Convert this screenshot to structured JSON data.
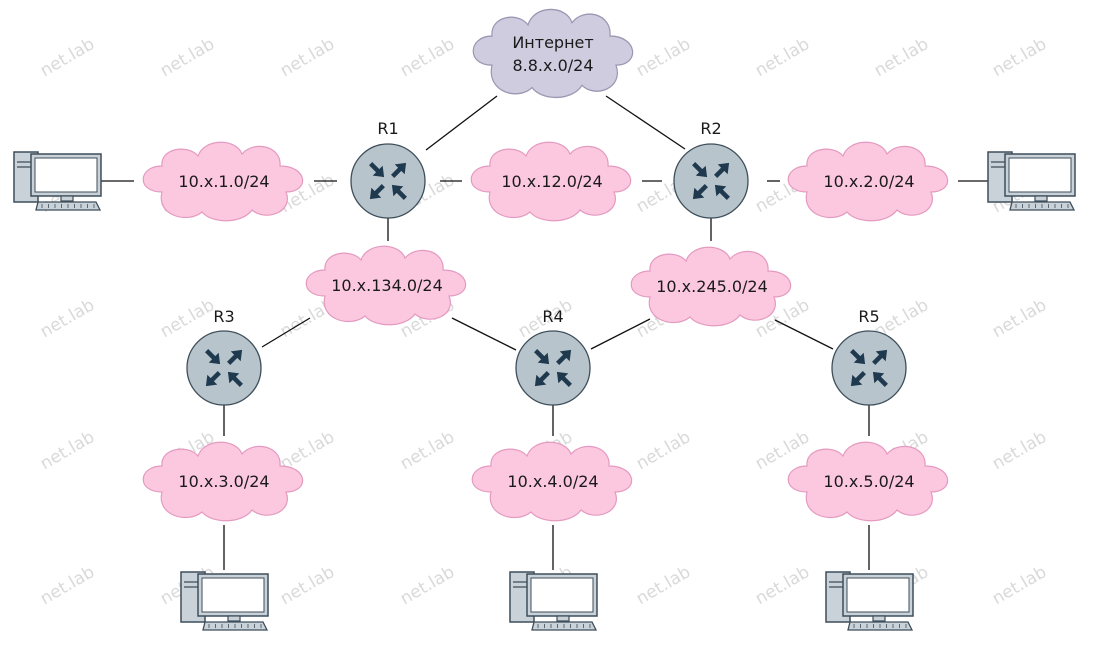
{
  "watermark": "net.lab",
  "colors": {
    "lan_cloud": "#fcc8e0",
    "lan_cloud_stroke": "#e49ac0",
    "internet_cloud": "#cfcce0",
    "internet_cloud_stroke": "#9a97b2",
    "router_fill": "#b8c4cc",
    "router_stroke": "#3e4e5a",
    "router_arrow": "#1f3a4f",
    "pc_stroke": "#3e4e5a",
    "pc_screen": "#ffffff",
    "pc_fill": "#c9d2d9"
  },
  "internet": {
    "line1": "Интернет",
    "line2": "8.8.x.0/24"
  },
  "networks": {
    "n1": "10.x.1.0/24",
    "n12": "10.x.12.0/24",
    "n2": "10.x.2.0/24",
    "n134": "10.x.134.0/24",
    "n245": "10.x.245.0/24",
    "n3": "10.x.3.0/24",
    "n4": "10.x.4.0/24",
    "n5": "10.x.5.0/24"
  },
  "routers": {
    "r1": "R1",
    "r2": "R2",
    "r3": "R3",
    "r4": "R4",
    "r5": "R5"
  },
  "icons": {
    "router": "router-icon",
    "pc": "desktop-computer-icon",
    "cloud": "network-cloud-icon"
  }
}
